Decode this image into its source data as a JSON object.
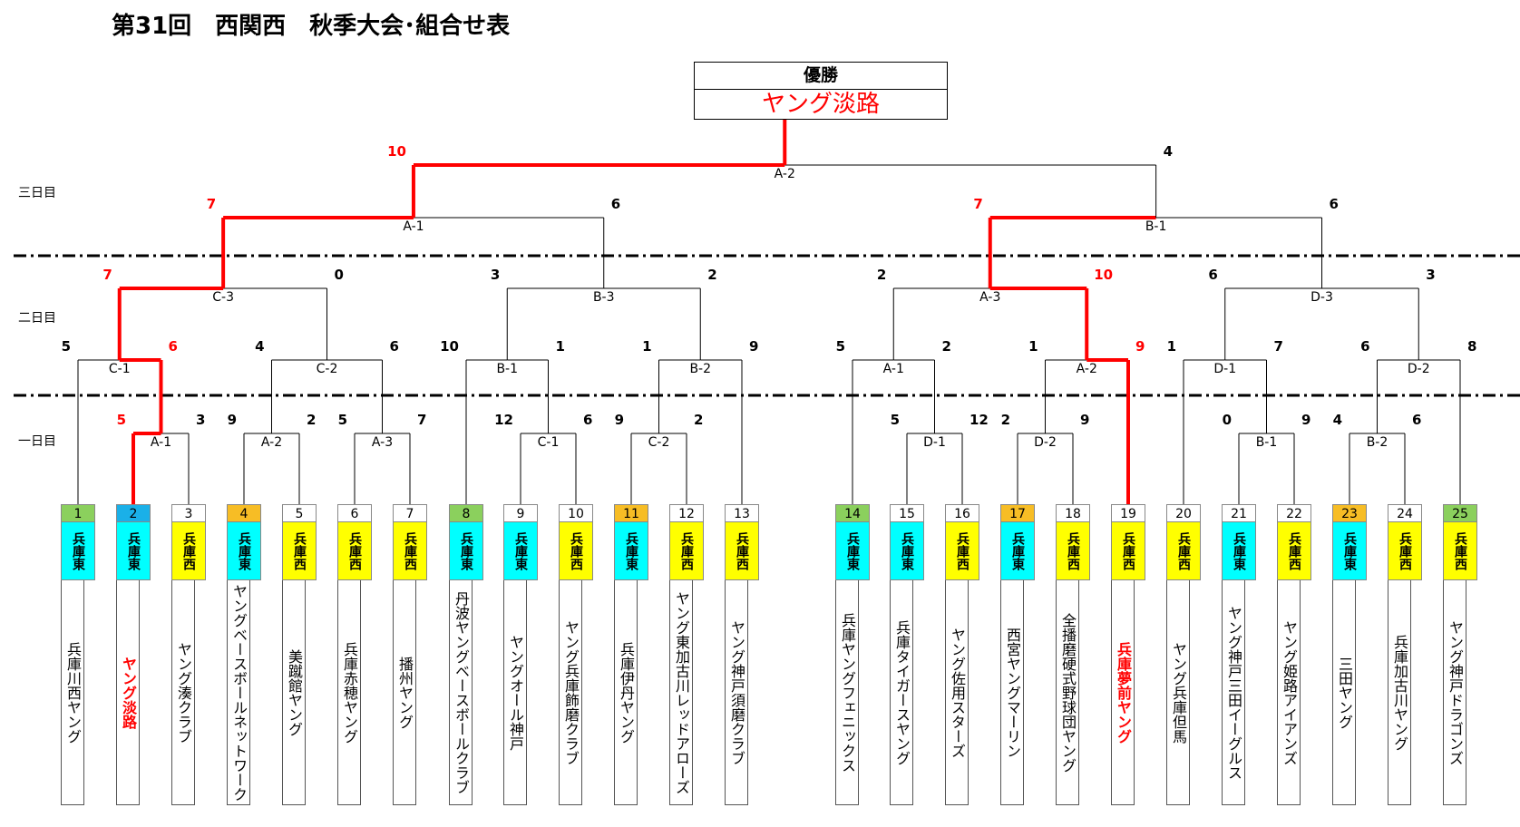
{
  "title": "第31回　西関西　秋季大会･組合せ表",
  "champion": {
    "label": "優勝",
    "name": "ヤング淡路"
  },
  "days": [
    "三日目",
    "二日目",
    "一日目"
  ],
  "teams": [
    {
      "num": "1",
      "region": "兵庫東",
      "name": "兵庫川西ヤング",
      "numColor": "#8bd05d",
      "win": false
    },
    {
      "num": "2",
      "region": "兵庫東",
      "name": "ヤング淡路",
      "numColor": "#1ab0e8",
      "win": true
    },
    {
      "num": "3",
      "region": "兵庫西",
      "name": "ヤング湊クラブ",
      "numColor": "",
      "win": false
    },
    {
      "num": "4",
      "region": "兵庫東",
      "name": "ヤングベースボールネットワーク",
      "numColor": "#f7bd25",
      "win": false
    },
    {
      "num": "5",
      "region": "兵庫西",
      "name": "美蹴館ヤング",
      "numColor": "",
      "win": false
    },
    {
      "num": "6",
      "region": "兵庫西",
      "name": "兵庫赤穂ヤング",
      "numColor": "",
      "win": false
    },
    {
      "num": "7",
      "region": "兵庫西",
      "name": "播州ヤング",
      "numColor": "",
      "win": false
    },
    {
      "num": "8",
      "region": "兵庫東",
      "name": "丹波ヤングベースボールクラブ",
      "numColor": "#8bd05d",
      "win": false
    },
    {
      "num": "9",
      "region": "兵庫東",
      "name": "ヤングオール神戸",
      "numColor": "",
      "win": false
    },
    {
      "num": "10",
      "region": "兵庫西",
      "name": "ヤング兵庫飾磨クラブ",
      "numColor": "",
      "win": false
    },
    {
      "num": "11",
      "region": "兵庫東",
      "name": "兵庫伊丹ヤング",
      "numColor": "#f7bd25",
      "win": false
    },
    {
      "num": "12",
      "region": "兵庫西",
      "name": "ヤング東加古川レッドアローズ",
      "numColor": "",
      "win": false
    },
    {
      "num": "13",
      "region": "兵庫西",
      "name": "ヤング神戸須磨クラブ",
      "numColor": "",
      "win": false
    },
    {
      "num": "14",
      "region": "兵庫東",
      "name": "兵庫ヤングフェニックス",
      "numColor": "#8bd05d",
      "win": false
    },
    {
      "num": "15",
      "region": "兵庫東",
      "name": "兵庫タイガースヤング",
      "numColor": "",
      "win": false
    },
    {
      "num": "16",
      "region": "兵庫西",
      "name": "ヤング佐用スターズ",
      "numColor": "",
      "win": false
    },
    {
      "num": "17",
      "region": "兵庫東",
      "name": "西宮ヤングマーリン",
      "numColor": "#f7bd25",
      "win": false
    },
    {
      "num": "18",
      "region": "兵庫西",
      "name": "全播磨硬式野球団ヤング",
      "numColor": "",
      "win": false
    },
    {
      "num": "19",
      "region": "兵庫西",
      "name": "兵庫夢前ヤング",
      "numColor": "",
      "win": true
    },
    {
      "num": "20",
      "region": "兵庫西",
      "name": "ヤング兵庫但馬",
      "numColor": "",
      "win": false
    },
    {
      "num": "21",
      "region": "兵庫東",
      "name": "ヤング神戸三田イーグルス",
      "numColor": "",
      "win": false
    },
    {
      "num": "22",
      "region": "兵庫西",
      "name": "ヤング姫路アイアンズ",
      "numColor": "",
      "win": false
    },
    {
      "num": "23",
      "region": "兵庫東",
      "name": "三田ヤング",
      "numColor": "#f7bd25",
      "win": false
    },
    {
      "num": "24",
      "region": "兵庫西",
      "name": "兵庫加古川ヤング",
      "numColor": "",
      "win": false
    },
    {
      "num": "25",
      "region": "兵庫西",
      "name": "ヤング神戸ドラゴンズ",
      "numColor": "#8bd05d",
      "win": false
    }
  ],
  "colors": {
    "east": "#00ffff",
    "west": "#ffff00",
    "win": "#ff0000"
  },
  "matches": [
    {
      "id": "A-1",
      "day": 1,
      "label": "A-1",
      "scoreL": "5",
      "scoreR": "3",
      "winner": "L"
    },
    {
      "id": "A-2",
      "day": 1,
      "label": "A-2",
      "scoreL": "9",
      "scoreR": "2",
      "winner": "L"
    },
    {
      "id": "A-3",
      "day": 1,
      "label": "A-3",
      "scoreL": "5",
      "scoreR": "7",
      "winner": "R"
    },
    {
      "id": "C-1",
      "day": 1,
      "label": "C-1",
      "scoreL": "12",
      "scoreR": "6",
      "winner": "L"
    },
    {
      "id": "C-2",
      "day": 1,
      "label": "C-2",
      "scoreL": "9",
      "scoreR": "2",
      "winner": "L"
    },
    {
      "id": "D-1",
      "day": 1,
      "label": "D-1",
      "scoreL": "5",
      "scoreR": "12",
      "winner": "R"
    },
    {
      "id": "D-2",
      "day": 1,
      "label": "D-2",
      "scoreL": "2",
      "scoreR": "9",
      "winner": "R"
    },
    {
      "id": "B-1",
      "day": 1,
      "label": "B-1",
      "scoreL": "0",
      "scoreR": "9",
      "winner": "R"
    },
    {
      "id": "B-2",
      "day": 1,
      "label": "B-2",
      "scoreL": "4",
      "scoreR": "6",
      "winner": "R"
    },
    {
      "id": "2C-1",
      "day": 2,
      "label": "C-1",
      "scoreL": "5",
      "scoreR": "6",
      "winner": "R"
    },
    {
      "id": "2C-2",
      "day": 2,
      "label": "C-2",
      "scoreL": "4",
      "scoreR": "6",
      "winner": "R"
    },
    {
      "id": "2B-1",
      "day": 2,
      "label": "B-1",
      "scoreL": "10",
      "scoreR": "1",
      "winner": "L"
    },
    {
      "id": "2B-2",
      "day": 2,
      "label": "B-2",
      "scoreL": "1",
      "scoreR": "9",
      "winner": "R"
    },
    {
      "id": "2A-1",
      "day": 2,
      "label": "A-1",
      "scoreL": "5",
      "scoreR": "2",
      "winner": "L"
    },
    {
      "id": "2A-2",
      "day": 2,
      "label": "A-2",
      "scoreL": "1",
      "scoreR": "9",
      "winner": "R"
    },
    {
      "id": "2D-1",
      "day": 2,
      "label": "D-1",
      "scoreL": "1",
      "scoreR": "7",
      "winner": "R"
    },
    {
      "id": "2D-2",
      "day": 2,
      "label": "D-2",
      "scoreL": "6",
      "scoreR": "8",
      "winner": "R"
    },
    {
      "id": "C-3",
      "day": 2,
      "label": "C-3",
      "scoreL": "7",
      "scoreR": "0",
      "winner": "L"
    },
    {
      "id": "B-3",
      "day": 2,
      "label": "B-3",
      "scoreL": "3",
      "scoreR": "2",
      "winner": "L"
    },
    {
      "id": "2A-3",
      "day": 2,
      "label": "A-3",
      "scoreL": "2",
      "scoreR": "10",
      "winner": "R"
    },
    {
      "id": "D-3",
      "day": 2,
      "label": "D-3",
      "scoreL": "6",
      "scoreR": "3",
      "winner": "L"
    },
    {
      "id": "3A-1",
      "day": 3,
      "label": "A-1",
      "scoreL": "7",
      "scoreR": "6",
      "winner": "L"
    },
    {
      "id": "3B-1",
      "day": 3,
      "label": "B-1",
      "scoreL": "7",
      "scoreR": "6",
      "winner": "L"
    },
    {
      "id": "A-2F",
      "day": 3,
      "label": "A-2",
      "scoreL": "10",
      "scoreR": "4",
      "winner": "L"
    }
  ]
}
